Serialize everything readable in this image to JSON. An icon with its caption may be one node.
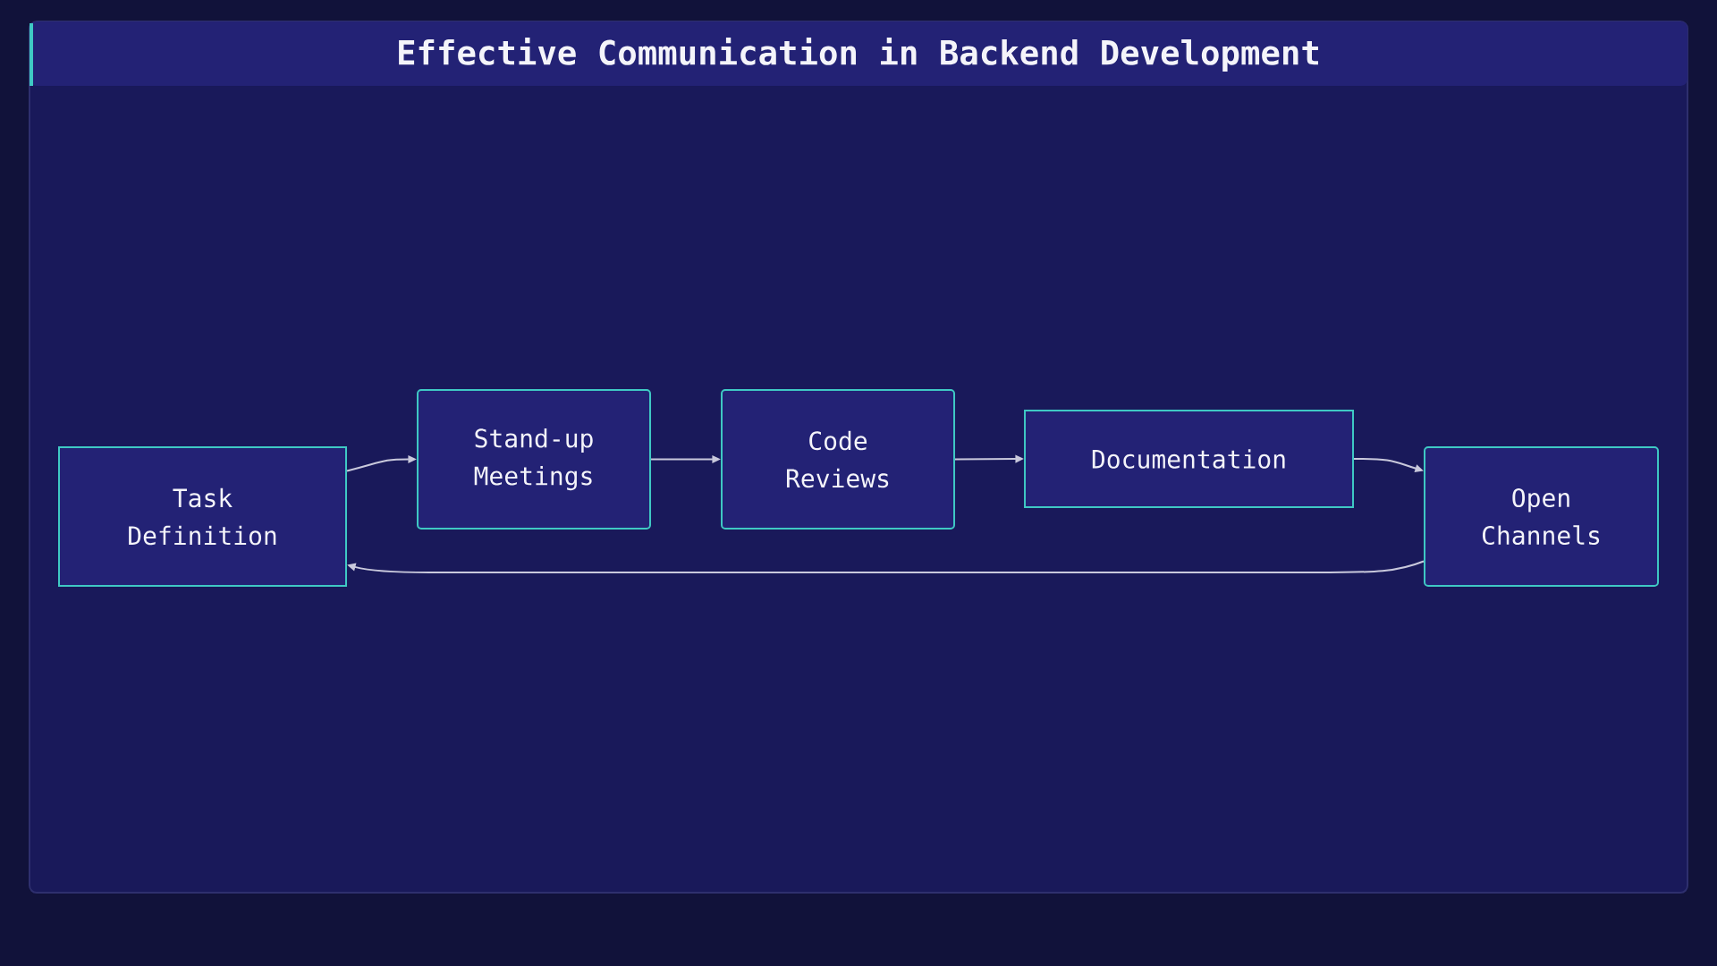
{
  "diagram": {
    "title": "Effective Communication in Backend Development",
    "nodes": [
      {
        "text": [
          "Task Definition"
        ]
      },
      {
        "text": [
          "Stand-up Meetings"
        ]
      },
      {
        "text": [
          "Code Reviews"
        ]
      },
      {
        "text": [
          "Documentation"
        ]
      },
      {
        "text": [
          "Open Channels"
        ]
      }
    ],
    "edges": [
      {
        "from": 0,
        "to": 1,
        "arrow": "to"
      },
      {
        "from": 1,
        "to": 2,
        "arrow": "to"
      },
      {
        "from": 2,
        "to": 3,
        "arrow": "to"
      },
      {
        "from": 3,
        "to": 4,
        "arrow": "to"
      },
      {
        "from": 4,
        "to": 0,
        "arrow": "to"
      }
    ]
  }
}
